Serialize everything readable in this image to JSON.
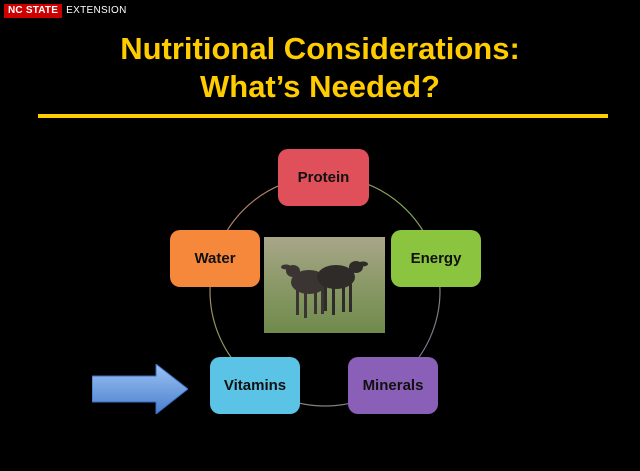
{
  "logo": {
    "badge": "NC STATE",
    "text": "EXTENSION"
  },
  "title": {
    "line1": "Nutritional Considerations:",
    "line2": "What’s Needed?"
  },
  "diagram": {
    "nodes": [
      {
        "label": "Protein",
        "color": "#e0505a"
      },
      {
        "label": "Energy",
        "color": "#8bc43f"
      },
      {
        "label": "Minerals",
        "color": "#8a5fb8"
      },
      {
        "label": "Vitamins",
        "color": "#5bc4e6"
      },
      {
        "label": "Water",
        "color": "#f5883a"
      }
    ],
    "center_image": "two-lambs-photo",
    "highlight_arrow": "right-arrow",
    "accent_color": "#ffcc00"
  }
}
